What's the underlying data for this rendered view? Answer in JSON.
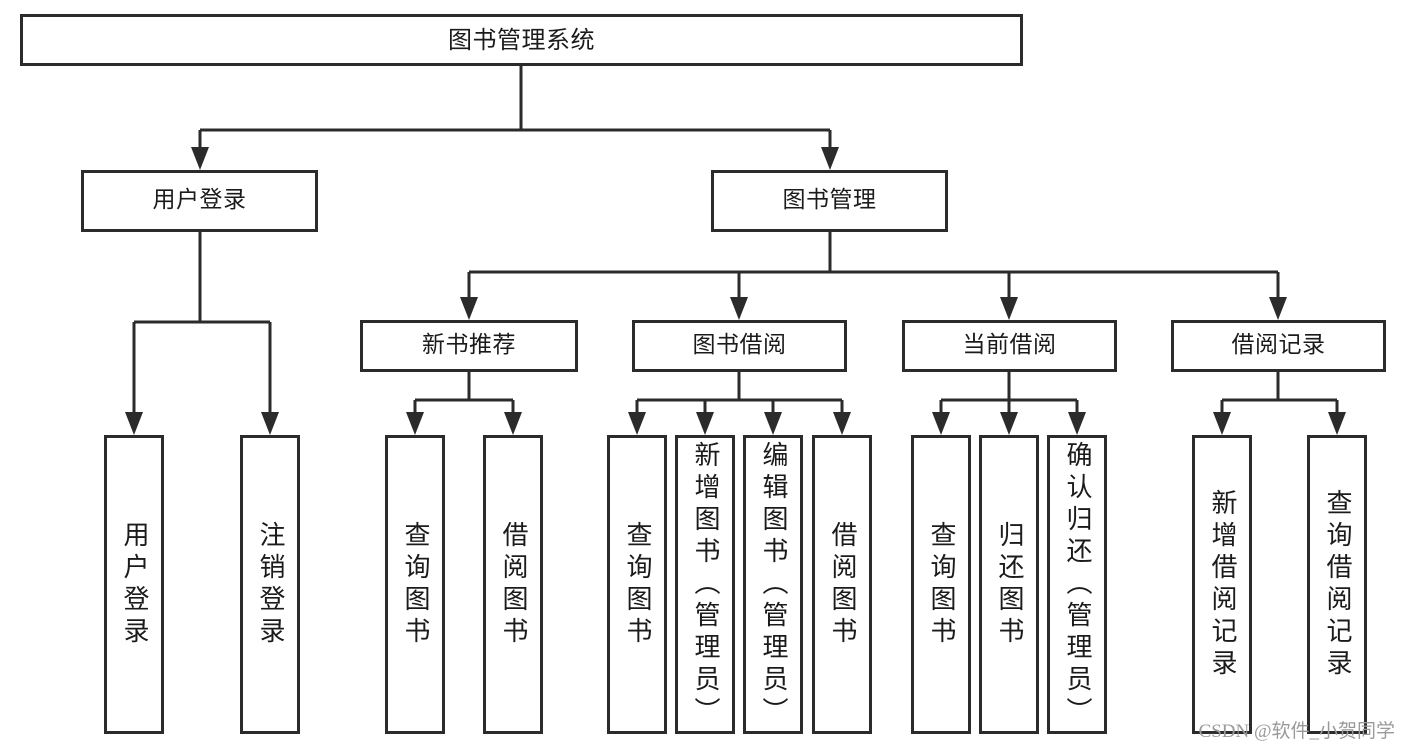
{
  "diagram": {
    "type": "tree-hierarchy-chart",
    "title": "图书管理系统",
    "root": {
      "id": "root",
      "label": "图书管理系统"
    },
    "level1": [
      {
        "id": "user-login",
        "label": "用户登录"
      },
      {
        "id": "book-manage",
        "label": "图书管理"
      }
    ],
    "level2": [
      {
        "id": "new-book-recommend",
        "label": "新书推荐",
        "parent": "book-manage"
      },
      {
        "id": "book-borrow",
        "label": "图书借阅",
        "parent": "book-manage"
      },
      {
        "id": "current-borrow",
        "label": "当前借阅",
        "parent": "book-manage"
      },
      {
        "id": "borrow-record",
        "label": "借阅记录",
        "parent": "book-manage"
      }
    ],
    "leaves": [
      {
        "id": "leaf-user-login",
        "label": "用户登录",
        "parent": "user-login"
      },
      {
        "id": "leaf-logout-login",
        "label": "注销登录",
        "parent": "user-login"
      },
      {
        "id": "leaf-query-book-1",
        "label": "查询图书",
        "parent": "new-book-recommend"
      },
      {
        "id": "leaf-borrow-book-1",
        "label": "借阅图书",
        "parent": "new-book-recommend"
      },
      {
        "id": "leaf-query-book-2",
        "label": "查询图书",
        "parent": "book-borrow"
      },
      {
        "id": "leaf-add-book",
        "label": "新增图书（管理员）",
        "parent": "book-borrow"
      },
      {
        "id": "leaf-edit-book",
        "label": "编辑图书（管理员）",
        "parent": "book-borrow"
      },
      {
        "id": "leaf-borrow-book-2",
        "label": "借阅图书",
        "parent": "book-borrow"
      },
      {
        "id": "leaf-query-book-3",
        "label": "查询图书",
        "parent": "current-borrow"
      },
      {
        "id": "leaf-return-book",
        "label": "归还图书",
        "parent": "current-borrow"
      },
      {
        "id": "leaf-confirm-return",
        "label": "确认归还（管理员）",
        "parent": "current-borrow"
      },
      {
        "id": "leaf-add-record",
        "label": "新增借阅记录",
        "parent": "borrow-record"
      },
      {
        "id": "leaf-query-record",
        "label": "查询借阅记录",
        "parent": "borrow-record"
      }
    ]
  },
  "watermark": {
    "text": "CSDN @软件_小贺同学"
  },
  "colors": {
    "line": "#2b2b2b",
    "box_border": "#2b2b2b",
    "box_fill": "#ffffff",
    "text": "#1b1b1b",
    "watermark": "#9a9a9a",
    "background": "#ffffff"
  }
}
